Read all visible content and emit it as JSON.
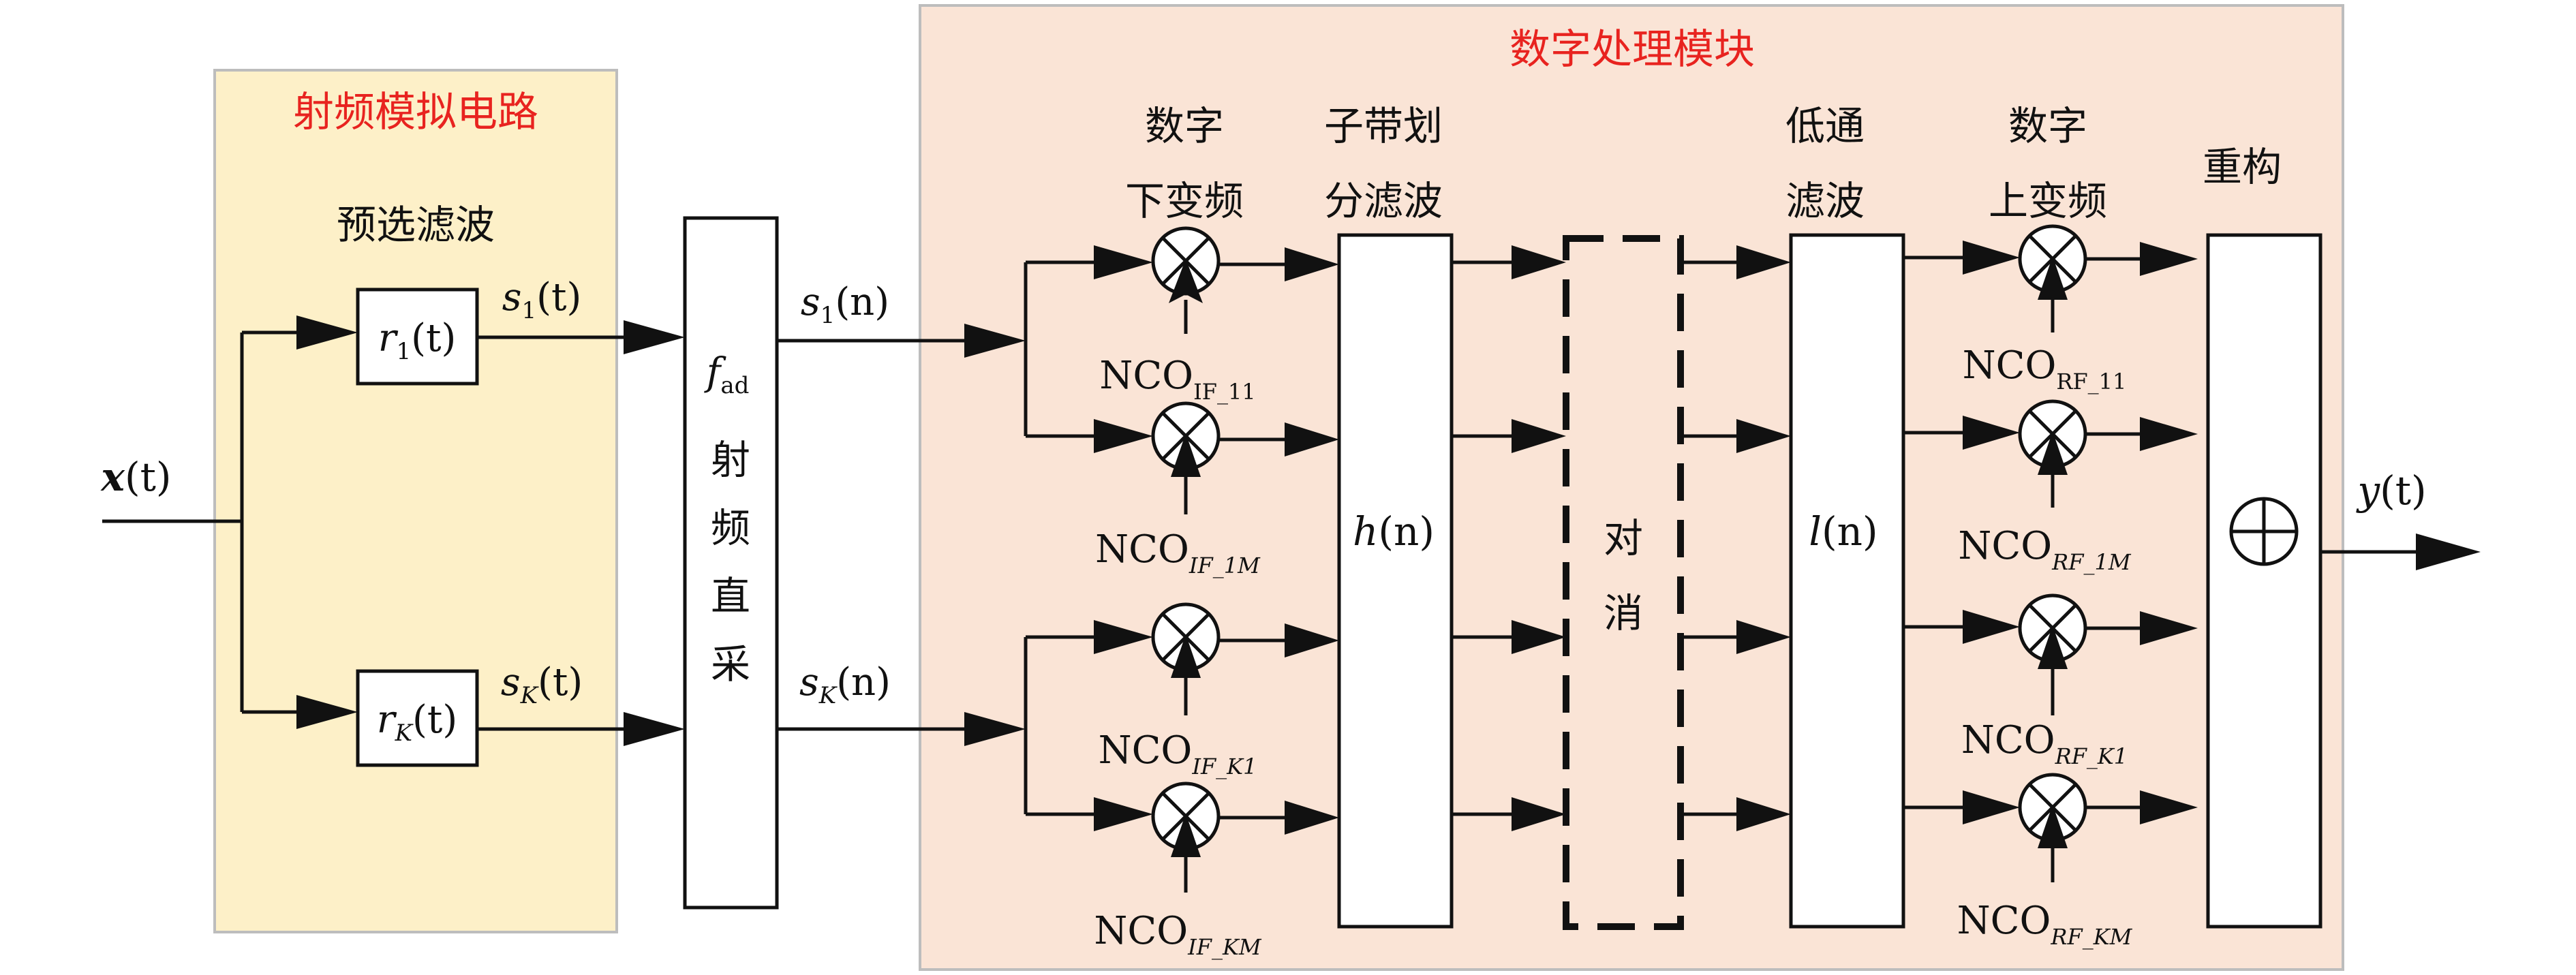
{
  "regions": {
    "rf_title": "射频模拟电路",
    "dsp_title": "数字处理模块"
  },
  "colors": {
    "rf_fill": "#fdf0c8",
    "dsp_fill": "#fae4d6",
    "region_border": "#bdbdbd",
    "title_red": "#e8231f",
    "line": "#111111"
  },
  "labels": {
    "preselect": "预选滤波",
    "downconv_1": "数字",
    "downconv_2": "下变频",
    "subband_1": "子带划",
    "subband_2": "分滤波",
    "lowpass_1": "低通",
    "lowpass_2": "滤波",
    "upconv_1": "数字",
    "upconv_2": "上变频",
    "recon": "重构"
  },
  "signals": {
    "input_var": "x",
    "input_arg": "(t)",
    "s1t_var": "s",
    "s1t_sub": "1",
    "s1t_arg": "(t)",
    "sKt_var": "s",
    "sKt_sub": "K",
    "sKt_arg": "(t)",
    "s1n_var": "s",
    "s1n_sub": "1",
    "s1n_arg": "(n)",
    "sKn_var": "s",
    "sKn_sub": "K",
    "sKn_arg": "(n)",
    "output_var": "y",
    "output_arg": "(t)"
  },
  "blocks": {
    "r1_var": "r",
    "r1_sub": "1",
    "r1_arg": "(t)",
    "rK_var": "r",
    "rK_sub": "K",
    "rK_arg": "(t)",
    "adc_f": "f",
    "adc_sub": "ad",
    "adc_c1": "射",
    "adc_c2": "频",
    "adc_c3": "直",
    "adc_c4": "采",
    "hn_var": "h",
    "hn_arg": "(n)",
    "cancel_c1": "对",
    "cancel_c2": "消",
    "ln_var": "l",
    "ln_arg": "(n)",
    "sum_symbol": "⊕"
  },
  "nco": {
    "base": "NCO",
    "if_11": "IF_11",
    "if_1M": "IF_1M",
    "if_K1": "IF_K1",
    "if_KM": "IF_KM",
    "rf_11": "RF_11",
    "rf_1M": "RF_1M",
    "rf_K1": "RF_K1",
    "rf_KM": "RF_KM"
  }
}
